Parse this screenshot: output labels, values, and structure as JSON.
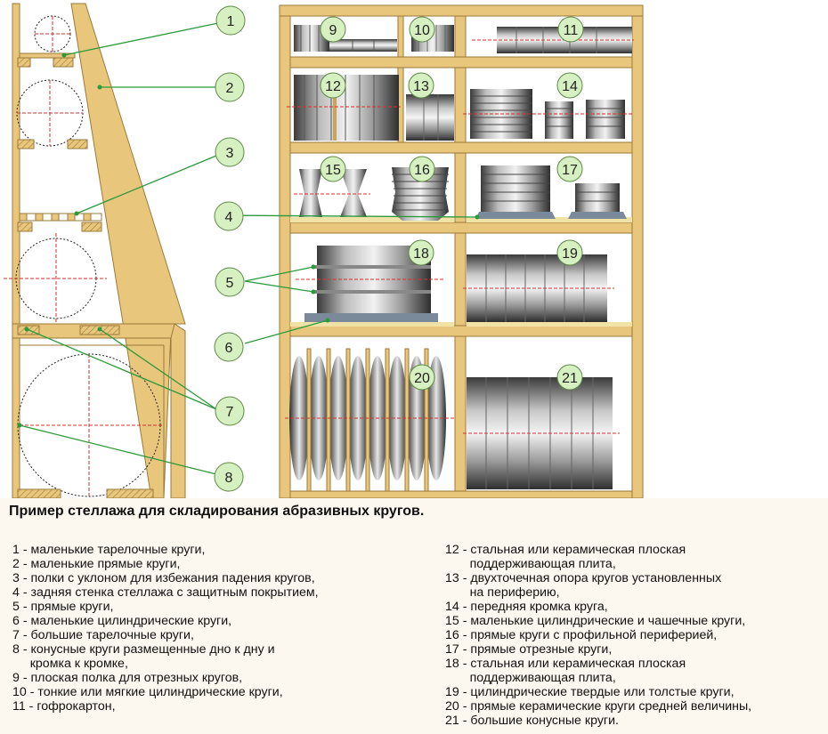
{
  "caption": {
    "title": "Пример стеллажа для складирования абразивных кругов."
  },
  "callouts": [
    "1",
    "2",
    "3",
    "4",
    "5",
    "6",
    "7",
    "8"
  ],
  "part_labels": [
    "9",
    "10",
    "11",
    "12",
    "13",
    "14",
    "15",
    "16",
    "17",
    "18",
    "19",
    "20",
    "21"
  ],
  "legend_left": [
    "1 - маленькие тарелочные круги,",
    "2 - маленькие прямые круги,",
    "3 - полки с уклоном для избежания падения кругов,",
    "4 - задняя стенка стеллажа с защитным покрытием,",
    "5 - прямые круги,",
    "6 - маленькие цилиндрические круги,",
    "7 - большие тарелочные круги,",
    "8 - конусные круги размещенные дно к дну и",
    "     кромка к кромке,",
    "9 - плоская полка для отрезных кругов,",
    "10 - тонкие или мягкие цилиндрические круги,",
    "11 - гофрокартон,"
  ],
  "legend_right": [
    "12 - стальная или керамическая плоская",
    "       поддерживающая плита,",
    "13 - двухточечная опора кругов установленных",
    "       на периферию,",
    "14 - передняя кромка круга,",
    "15 - маленькие цилиндрические и чашечные круги,",
    "16 - прямые круги с профильной периферией,",
    "17 - прямые отрезные круги,",
    "18 - стальная или керамическая плоская",
    "       поддерживающая плита,",
    "19 - цилиндрические твердые или толстые круги,",
    "20 - прямые керамические круги средней величины,",
    "21 - большие конусные круги."
  ],
  "colors": {
    "wood": "#e8c77c",
    "wood_edge": "#9b7a3a",
    "shelf_top": "#f1e3a6",
    "leader": "#2c9a3c",
    "callout_fill": "#d7f0c2",
    "callout_edge": "#5d8a45",
    "circle_dash": "#222222",
    "axis_dash": "#d23232",
    "caption_bg": "#fdf8ef"
  }
}
